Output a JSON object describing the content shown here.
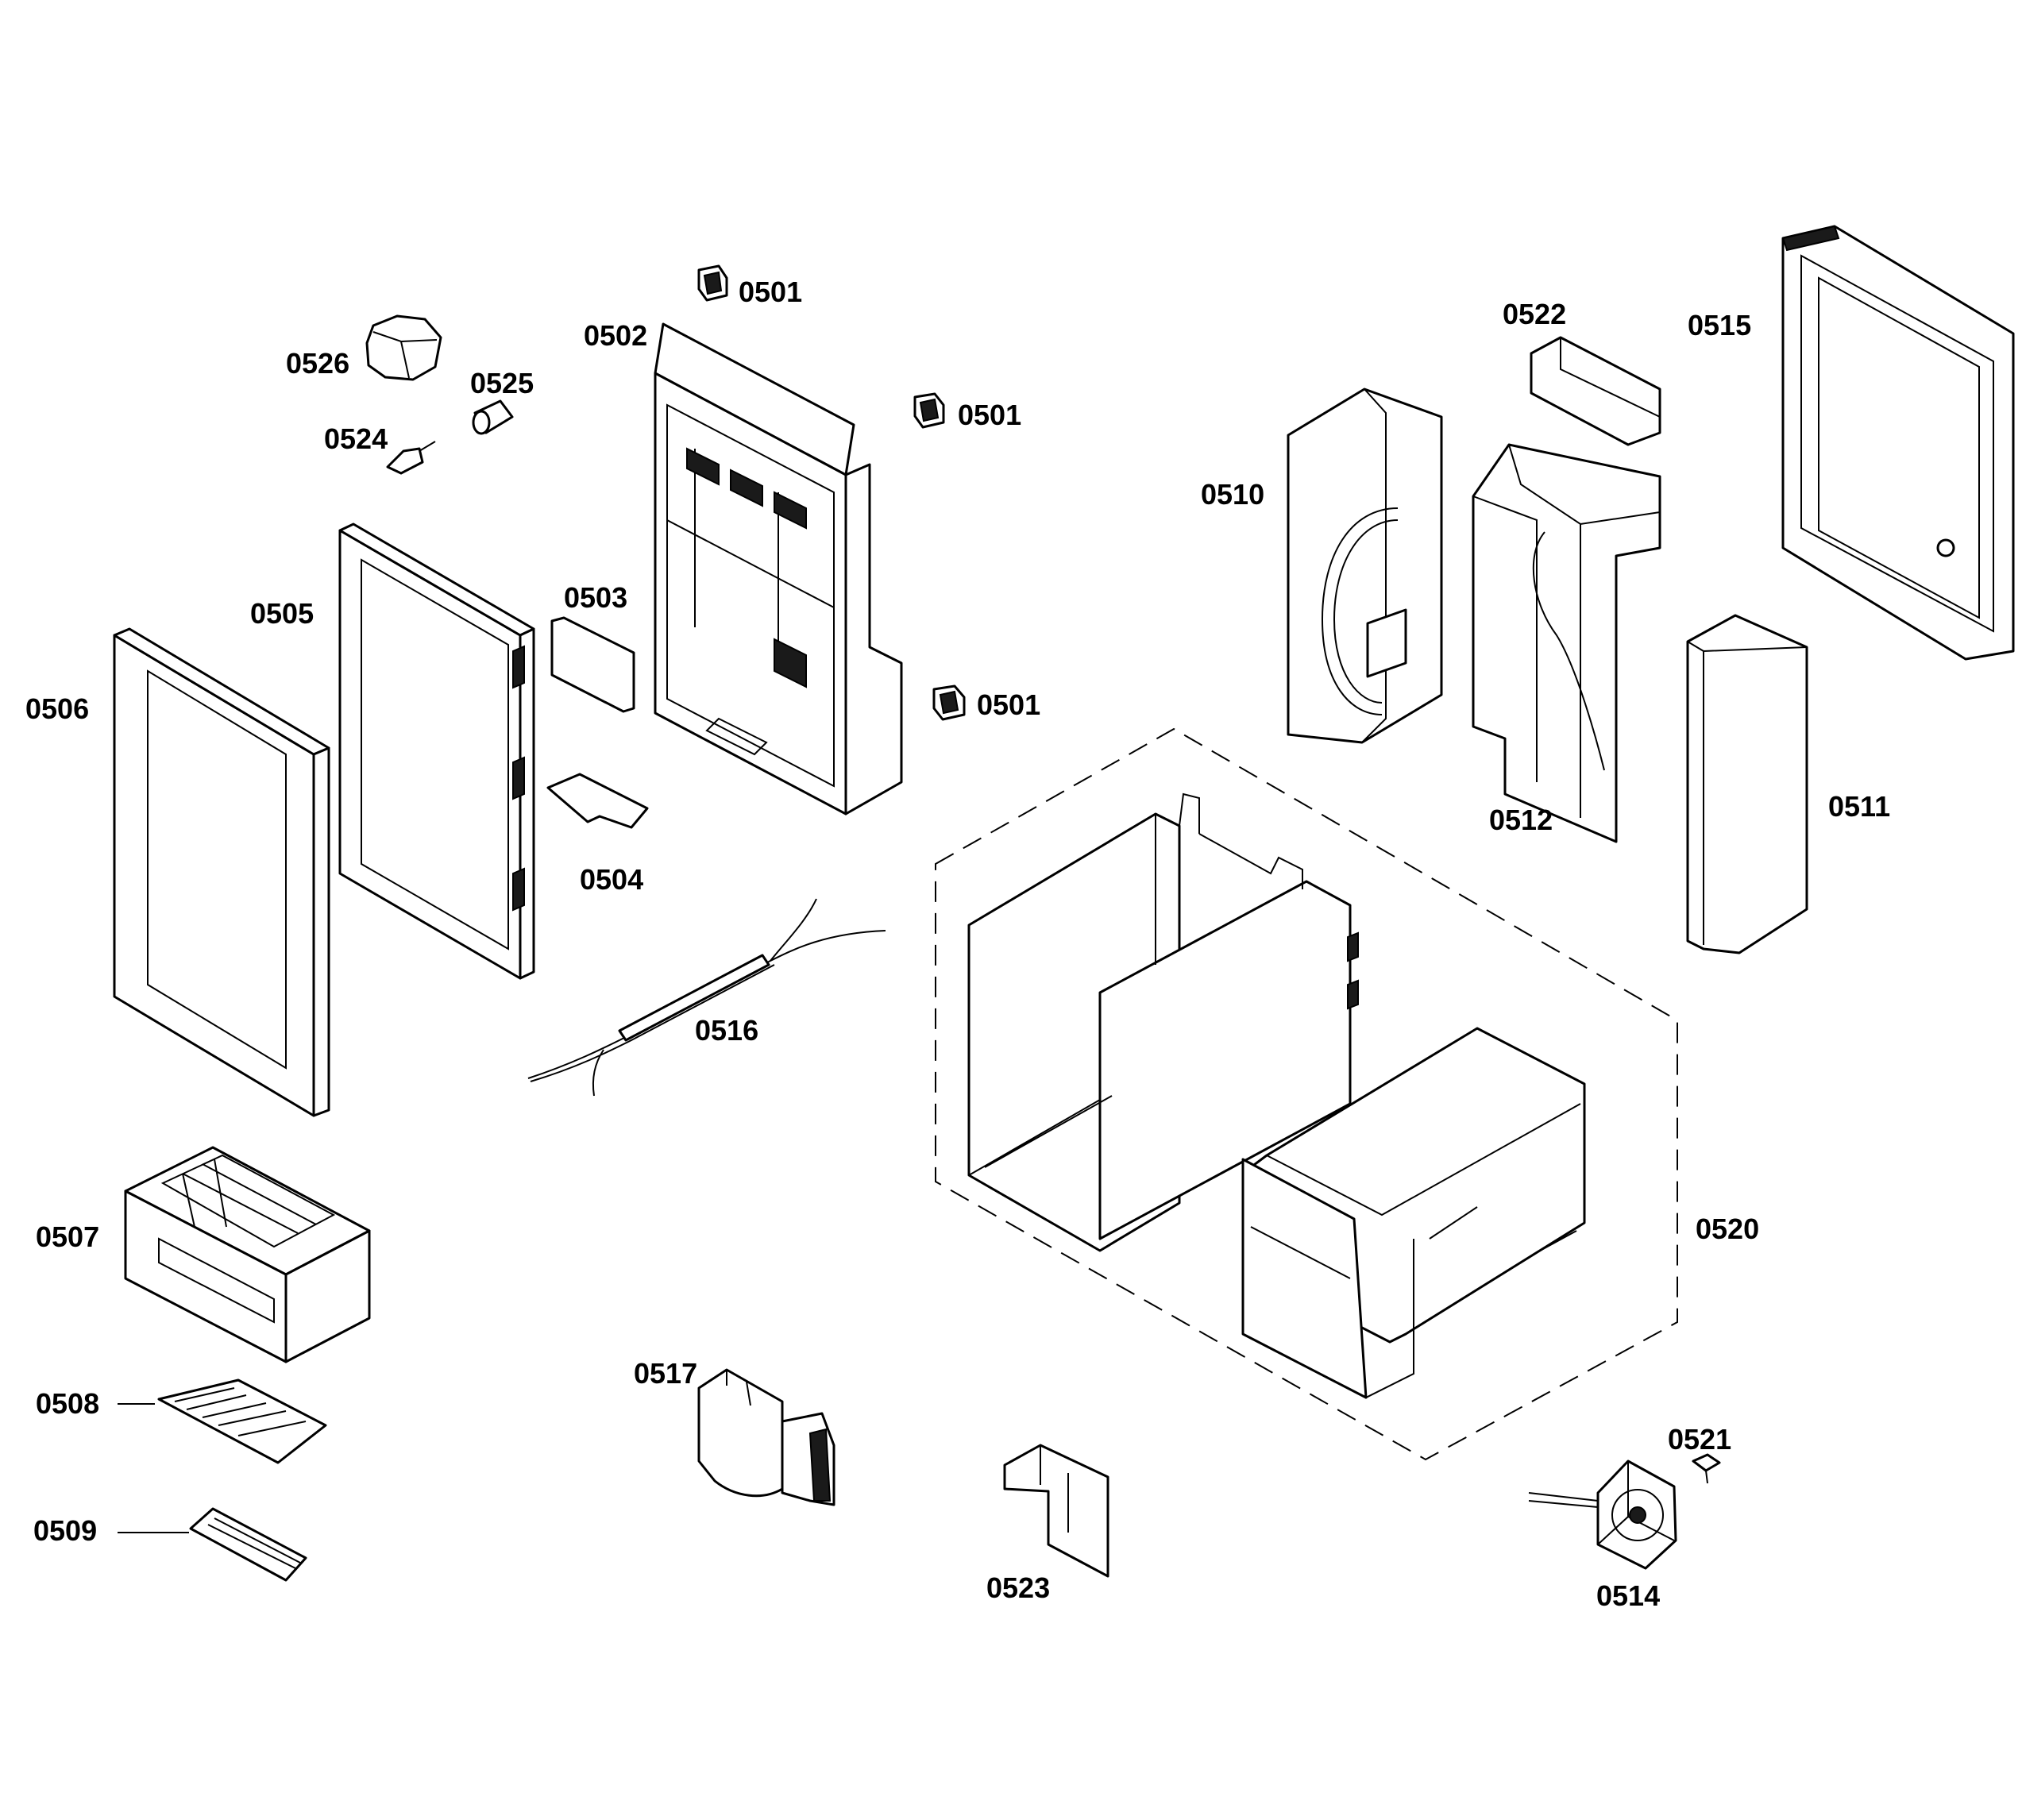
{
  "labels": {
    "p0501a": "0501",
    "p0501b": "0501",
    "p0501c": "0501",
    "p0502": "0502",
    "p0503": "0503",
    "p0504": "0504",
    "p0505": "0505",
    "p0506": "0506",
    "p0507": "0507",
    "p0508": "0508",
    "p0509": "0509",
    "p0510": "0510",
    "p0511": "0511",
    "p0512": "0512",
    "p0514": "0514",
    "p0515": "0515",
    "p0516": "0516",
    "p0517": "0517",
    "p0520": "0520",
    "p0521": "0521",
    "p0522": "0522",
    "p0523": "0523",
    "p0524": "0524",
    "p0525": "0525",
    "p0526": "0526"
  },
  "colors": {
    "line": "#000000",
    "background": "#ffffff"
  }
}
